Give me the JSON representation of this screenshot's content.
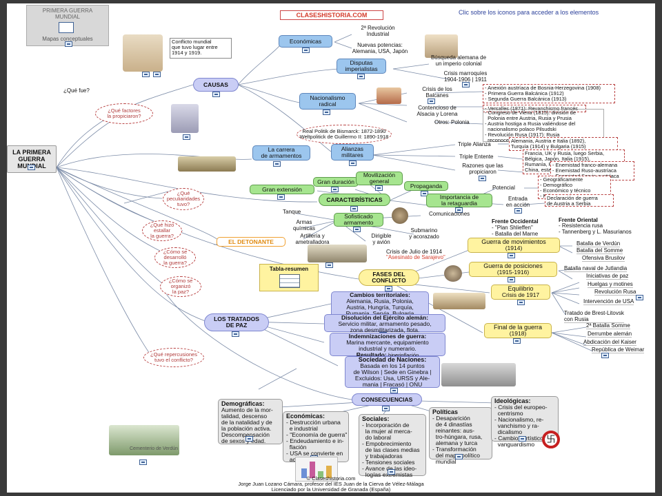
{
  "header": {
    "logo_title": "PRIMERA GUERRA\nMUNDIAL",
    "logo_subtitle": "Mapas conceptuales",
    "site_name": "CLASESHISTORIA.COM",
    "hint": "Clic sobre los iconos para acceder a los elementos"
  },
  "root": {
    "label": "LA PRIMERA\nGUERRA\nMUNDIAL"
  },
  "questions": {
    "que_fue": "¿Qué fue?",
    "factores": "¿Qué factores\nla propiciaron?",
    "peculiaridades": "¿Qué\npeculiaridades\ntuvo?",
    "estallar": "¿Qué hizo\nestallar\nla guerra?",
    "desarrollo": "¿Cómo se\ndesarrolló\nla guerra?",
    "organizo": "¿Cómo se\norganizó\nla paz?",
    "repercusiones": "¿Qué repercusiones\ntuvo el conflicto?"
  },
  "intro_note": "Conflicto mundial\nque tuvo lugar entre\n1914 y 1919.",
  "causas": {
    "label": "CAUSAS",
    "economicas": {
      "label": "Económicas",
      "r1": "2ª Revolución\nIndustrial",
      "r2": "Nuevas potencias:\nAlemania, USA, Japón"
    },
    "disputas": {
      "label": "Disputas\nimperialistas",
      "r1": "Búsqueda alemana de\nun imperio colonial",
      "r2": "Crisis marroquíes\n1904-1906 | 1911"
    },
    "nacionalismo": {
      "label": "Nacionalismo\nradical",
      "crisis_balcanes": "Crisis de los\nBalcanes",
      "balcanes_items": "- Anexión austríaca de Bosnia-Herzegovina (1908)\n- Primera Guerra Balcánica (1912)\n- Segunda Guerra Balcánica (1913)",
      "alsacia": "Contencioso de\nAlsacia y Lorena",
      "alsacia_items": "- Versalles (1871): Revanchismo francés",
      "otros": "Otros: Polonia",
      "polonia_items": "- Congreso de Viena (1815): división de\n  Polonia entre Austria, Rusia y Prusia\n- Austria hostiga a Rusia valiéndose del\n  nacionalismo polaco Pilsudski\n- Revolución Rusa (1917): Rusia\n  reconoce a Polonia como Estado"
    },
    "realpolitik": "Real Politik de Bismarck: 1872-1890\nWeltpolitick de Guillermo II: 1890-1918",
    "alianzas": {
      "label": "Alianzas\nmilitares",
      "triple_alianza": "Triple Alianza",
      "triple_alianza_items": "Alemania, Austria e Italia (1892),\nTurquía (1914) y Bulgaria (1915)",
      "triple_entente": "Triple Entente",
      "triple_entente_items": "Francia, UK y Rusia, luego Serbia,\nBélgica, Japón, Italia (1915),\nRumanía, Portugal, USA,\nChina, estados de latinoamérica",
      "razones": "Razones que las\npropiciaron",
      "razones_items": "- Enemistad franco-alemana\n- Enemistad Ruso-austríaca\n- Enemistad Servio-austríaca"
    },
    "armamentos": "La carrera\nde armamentos"
  },
  "caracteristicas": {
    "label": "CARACTERÍSTICAS",
    "gran_extension": "Gran extensión",
    "gran_duracion": "Gran duración",
    "movilizacion": "Movilización\ngeneral",
    "propaganda": "Propaganda",
    "retaguardia": "Importancia de\nla retaguardia",
    "potencial": "Potencial",
    "potencial_items": "- Geográficamente\n- Demográfico\n- Económico y técnico\n- Militar",
    "entrada": "Entrada\nen acción",
    "entrada_items": "Declaración de guerra\nde Austria a Serbia",
    "armamento": "Sofisticado\narmamento",
    "tanque": "Tanque",
    "armas_quimicas": "Armas\nquímicas",
    "artilleria": "Artillería y\nametralladora",
    "dirigible": "Dirigible\ny avión",
    "submarino": "Submarino\ny acorazado",
    "comunicaciones": "Comunicaciones",
    "frente_occ": "Frente Occidental",
    "frente_occ_items": "- \"Plan Shlieffen\"\n- Batalla del Marne",
    "frente_or": "Frente Oriental",
    "frente_or_items": "- Resistencia rusa\n- Tannenberg y L. Masurianos"
  },
  "detonante": {
    "label": "EL DETONANTE",
    "crisis": "Crisis de Julio de 1914",
    "asesinato": "\"Asesinato de Sarajevo\""
  },
  "fases": {
    "label": "FASES DEL\nCONFLICTO",
    "tabla": "Tabla-resumen",
    "movimientos": {
      "label": "Guerra de movimientos",
      "years": "(1914)"
    },
    "posiciones": {
      "label": "Guerra de posiciones",
      "years": "(1915-1916)"
    },
    "equilibrio": {
      "label": "Equilibrio",
      "years": "Crisis de 1917"
    },
    "final": {
      "label": "Final de la guerra",
      "years": "(1918)"
    },
    "battles": [
      "Batalla de Verdún",
      "Batalla del Somme",
      "Ofensiva Brusilov",
      "Batalla naval de Jutlandia",
      "Iniciativas de paz",
      "Huelgas y motines",
      "Revolución Rusa",
      "Intervención de USA",
      "Tratado de Brest-Litovsk\ncon Rusia",
      "2ª Batalla Somme",
      "Derrumbe alemán",
      "Abdicación del Kaiser",
      "República de Weimar"
    ]
  },
  "tratados": {
    "label": "LOS TRATADOS\nDE PAZ",
    "cambios_title": "Cambios territoriales:",
    "cambios_body": "Alemania, Rusia, Polonia,\nAustria, Hungría, Turquía,\nRumania, Servia, Bulgaria",
    "disolucion_title": "Disolución del Ejército alemán:",
    "disolucion_body": "Servicio militar, armamento pesado,\nzona desmilitarizada, flota.",
    "indemn_title": "Indemnizaciones de guerra:",
    "indemn_body": "Marina mercante, equipamiento\nindustrial y numerario.",
    "resultado_title": "Resultado:",
    "resultado_body": "hiperinflación",
    "sociedad_title": "Sociedad de Naciones:",
    "sociedad_body": "Basada en los 14 puntos\nde Wilson | Sede en Ginebra |\nExcluidos: Usa, URSS y Ale-\nmania | Fracasó | ONU"
  },
  "consecuencias": {
    "label": "CONSECUENCIAS",
    "demograficas_title": "Demográficas:",
    "demograficas_body": "Aumento de la mor-\ntalidad, descenso\nde la natalidad y de\nla población activa.\nDescompensación\nde sexos y edad.",
    "economicas_title": "Económicas:",
    "economicas_body": "- Destrucción urbana\n  e industrial\n- \"Economía de guerra\"\n- Endeudamiento e in-\n  flación\n- USA se convierte en\n  acreedor",
    "sociales_title": "Sociales:",
    "sociales_body": "- Incorporación de\n  la mujer al merca-\n  do laboral\n- Empobrecimiento\n  de las clases medias\n  y trabajadoras\n- Tensiones sociales\n- Avance de las ideo-\n  logías extremistas",
    "politicas_title": "Políticas",
    "politicas_body": "- Desaparición\n  de 4 dinastías\n  reinantes: aus-\n  tro-húngara, rusa,\n  alemana y turca\n- Transformación\n  del mapa político\n  mundial",
    "ideologicas_title": "Ideológicas:",
    "ideologicas_body": "- Crisis del europeo-\n  centrismo\n- Nacionalismo, re-\n  vanchismo y ra-\n  dicalismo\n- Cambios artísticos:\n  vanguardismo",
    "cementerio": "Cementerio de Verdún"
  },
  "footer": {
    "line1": "© Claseshistoria.com",
    "line2": "Jorge Juan Lozano Cámara, profesor del IES Juan de la Cierva de Vélez-Málaga",
    "line3": "Licenciado por la Universidad de Granada (España)"
  },
  "colors": {
    "blue": "#9cc6ee",
    "green": "#a6e58f",
    "yellow": "#fff3a0",
    "lavender": "#c9cdf5",
    "question_red": "#b84040",
    "detonante_orange": "#f0a030",
    "site_name_red": "#d43a2a",
    "hint_blue": "#2a3f9a"
  }
}
